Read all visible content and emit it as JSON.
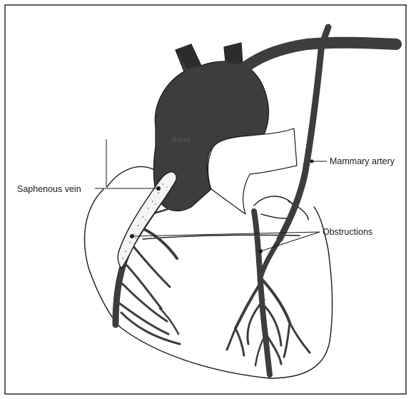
{
  "labels": {
    "aorta": "Aorta",
    "saphenous_vein": "Saphenous vein",
    "mammary_artery": "Mammary artery",
    "obstructions": "Obstructions"
  },
  "colors": {
    "vessel": "#3d3d3d",
    "ink": "#1a1a1a",
    "background": "#ffffff",
    "graft": "#f4f4f4"
  }
}
